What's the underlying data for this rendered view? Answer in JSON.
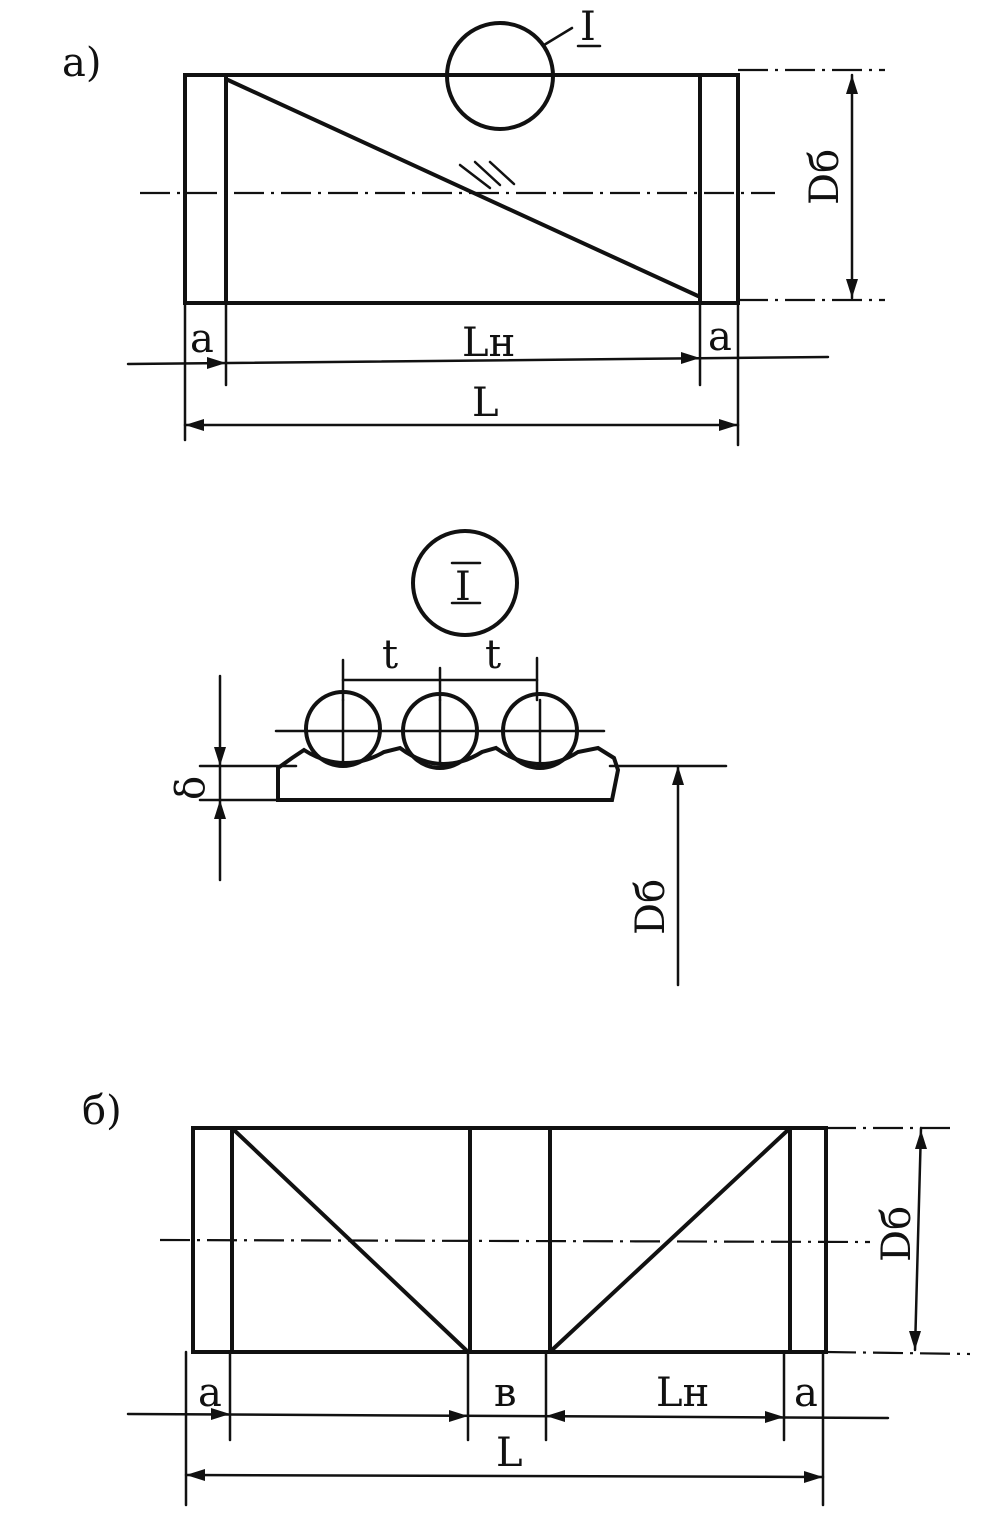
{
  "figure_a": {
    "panel_label": "а)",
    "callout_label": "I",
    "dim_diameter": "Dб",
    "dim_a_left": "a",
    "dim_a_right": "a",
    "dim_working_length": "Lн",
    "dim_total_length": "L"
  },
  "detail_I": {
    "callout_label": "I",
    "dim_pitch_1": "t",
    "dim_pitch_2": "t",
    "dim_depth": "δ",
    "dim_diameter": "Dб"
  },
  "figure_b": {
    "panel_label": "б)",
    "dim_diameter": "Dб",
    "dim_a_left": "a",
    "dim_gap": "в",
    "dim_working_length": "Lн",
    "dim_a_right": "a",
    "dim_total_length": "L"
  },
  "colors": {
    "ink": "#111111",
    "paper": "#ffffff"
  }
}
